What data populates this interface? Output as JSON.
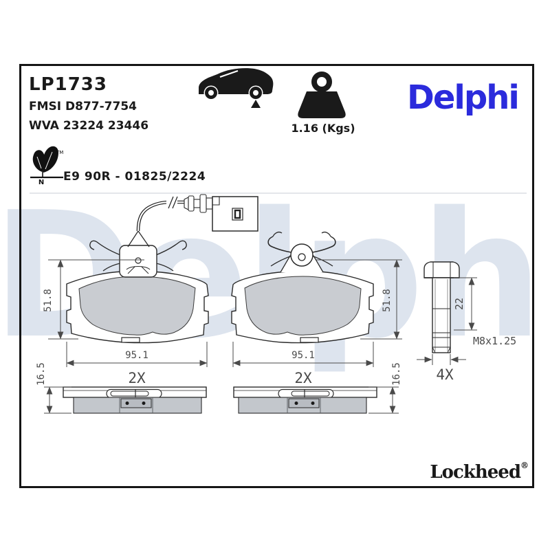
{
  "header": {
    "part_number": "LP1733",
    "fmsi_ref": "FMSI D877-7754",
    "wva_ref": "WVA 23224 23446",
    "weight": "1.16 (Kgs)",
    "brand": "Delphi",
    "approval": "E9 90R - 01825/2224",
    "eco_letter": "N",
    "trademark": "TM"
  },
  "watermark_text": "Delphi",
  "dimensions": {
    "pad_height": "51.8",
    "pad_width": "95.1",
    "pad_thickness": "16.5",
    "pad_quantity": "2X",
    "bolt_length": "22",
    "bolt_thread": "M8x1.25",
    "bolt_quantity": "4X"
  },
  "footer": {
    "sub_brand": "Lockheed",
    "registered": "®"
  },
  "icons": {
    "car": "car-rear-axle-icon",
    "weight": "weight-icon",
    "leaf": "eco-leaf-icon"
  },
  "colors": {
    "brand_blue": "#2b2bdc",
    "watermark": "#dde4ee",
    "friction_gray": "#c9ccd1",
    "line_dark": "#2a2a2a",
    "dim_gray": "#4a4a4a"
  }
}
